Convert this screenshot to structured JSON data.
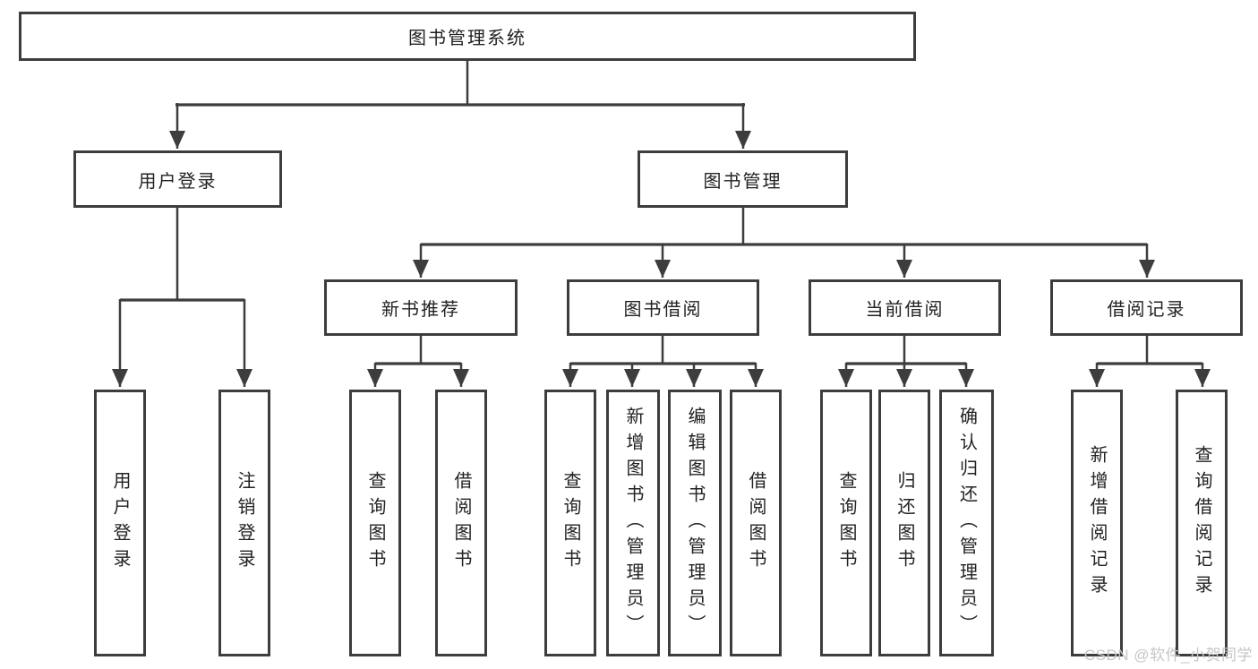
{
  "diagram": {
    "root": {
      "label": "图书管理系统"
    },
    "user_login": {
      "label": "用户登录",
      "children": [
        {
          "label": "用户登录"
        },
        {
          "label": "注销登录"
        }
      ]
    },
    "book_management": {
      "label": "图书管理",
      "groups": [
        {
          "label": "新书推荐",
          "children": [
            {
              "label": "查询图书"
            },
            {
              "label": "借阅图书"
            }
          ]
        },
        {
          "label": "图书借阅",
          "children": [
            {
              "label": "查询图书"
            },
            {
              "label": "新增图书（管理员）"
            },
            {
              "label": "编辑图书（管理员）"
            },
            {
              "label": "借阅图书"
            }
          ]
        },
        {
          "label": "当前借阅",
          "children": [
            {
              "label": "查询图书"
            },
            {
              "label": "归还图书"
            },
            {
              "label": "确认归还（管理员）"
            }
          ]
        },
        {
          "label": "借阅记录",
          "children": [
            {
              "label": "新增借阅记录"
            },
            {
              "label": "查询借阅记录"
            }
          ]
        }
      ]
    }
  },
  "watermark": "CSDN @软件_小贺同学",
  "colors": {
    "line": "#3d3d3d",
    "text": "#222222",
    "background": "#ffffff",
    "watermark": "#c6c6c6"
  }
}
